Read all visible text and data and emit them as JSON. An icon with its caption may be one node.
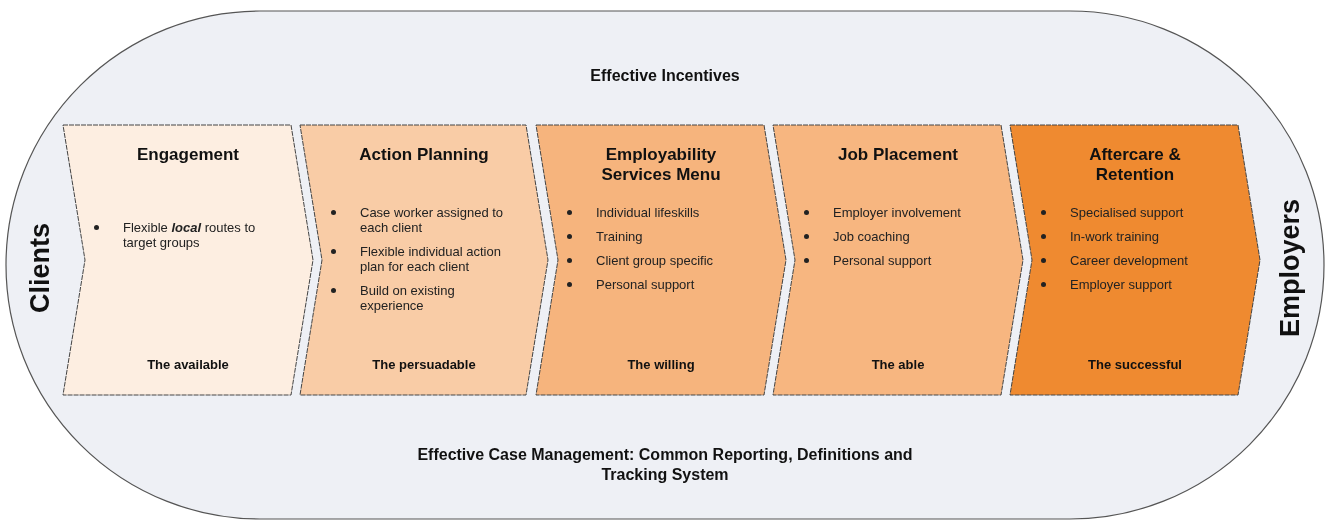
{
  "diagram": {
    "nodes": [
      {
        "text": [
          "Effective Incentives",
          "Clients",
          "Employers",
          "Effective Case Management: Common Reporting, Definitions and Tracking System"
        ]
      },
      {
        "text": [
          "Engagement",
          "Flexible **local** routes to target groups",
          "The available"
        ],
        "in": 0
      },
      {
        "text": [
          "Action Planning",
          "Case worker assigned to each client",
          "Flexible individual action plan for each client",
          "Build on existing experience",
          "The persuadable"
        ],
        "in": 0
      },
      {
        "text": [
          "Employability Services Menu",
          "Individual lifeskills",
          "Training",
          "Client group specific",
          "Personal support",
          "The willing"
        ],
        "in": 0
      },
      {
        "text": [
          "Job Placement",
          "Employer involvement",
          "Job coaching",
          "Personal support",
          "The able"
        ],
        "in": 0
      },
      {
        "text": [
          "Aftercare & Retention",
          "Specialised support",
          "In-work training",
          "Career development",
          "Employer support",
          "The successful"
        ],
        "in": 0
      }
    ]
  }
}
